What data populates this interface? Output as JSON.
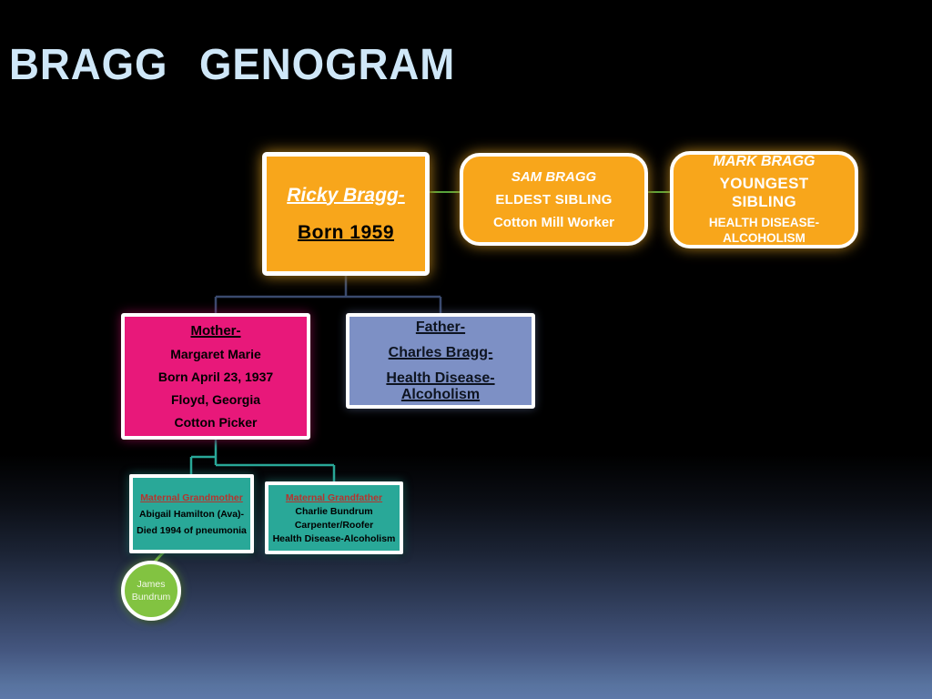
{
  "title": "BRAGG GENOGRAM",
  "colors": {
    "orange": "#F8A61B",
    "magenta": "#E8187A",
    "periwinkle": "#7D90C5",
    "teal": "#29A898",
    "green-node": "#82C341",
    "green-line": "#55A33C",
    "navy-line": "#3A4A6E",
    "teal-line": "#29A898",
    "title-color": "#CFE7F8",
    "red-label": "#B5342E"
  },
  "nodes": {
    "ricky": {
      "lines": [
        "Ricky Bragg-",
        "Born 1959"
      ]
    },
    "sam": {
      "lines": [
        "SAM BRAGG",
        "ELDEST SIBLING",
        "Cotton Mill Worker"
      ]
    },
    "mark": {
      "lines": [
        "MARK BRAGG",
        "YOUNGEST SIBLING",
        "HEALTH DISEASE-ALCOHOLISM"
      ]
    },
    "mother": {
      "lines": [
        "Mother-",
        "Margaret Marie",
        "Born April 23, 1937",
        "Floyd, Georgia",
        "Cotton Picker"
      ]
    },
    "father": {
      "lines": [
        "Father-",
        "Charles Bragg-",
        "Health Disease-Alcoholism"
      ]
    },
    "maternal_grandmother": {
      "lines": [
        "Maternal Grandmother",
        "Abigail Hamilton (Ava)-",
        "Died 1994 of pneumonia"
      ]
    },
    "maternal_grandfather": {
      "lines": [
        "Maternal Grandfather",
        "Charlie Bundrum",
        "Carpenter/Roofer",
        "Health Disease-Alcoholism"
      ]
    },
    "james": {
      "lines": [
        "James",
        "Bundrum"
      ]
    }
  }
}
